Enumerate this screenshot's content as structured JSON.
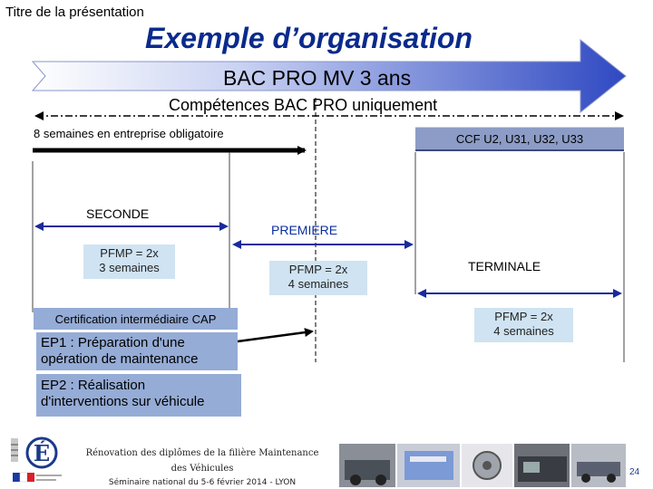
{
  "header": {
    "presentation_title": "Titre de la présentation",
    "slide_title": "Exemple d’organisation"
  },
  "diagram": {
    "main_arrow_label": "BAC PRO MV 3 ans",
    "competences_label": "Compétences BAC PRO uniquement",
    "entreprise_label": "8 semaines en entreprise obligatoire",
    "ccf_label": "CCF U2, U31, U32, U33",
    "seconde_label": "SECONDE",
    "premiere_label": "PREMIERE",
    "terminale_label": "TERMINALE",
    "pfmp_seconde": [
      "PFMP = 2x",
      "3 semaines"
    ],
    "pfmp_premiere": [
      "PFMP = 2x",
      "4 semaines"
    ],
    "pfmp_terminale": [
      "PFMP = 2x",
      "4 semaines"
    ],
    "certification_label": "Certification intermédiaire CAP",
    "ep1": [
      "EP1 : Préparation d'une",
      "opération de maintenance"
    ],
    "ep2": [
      "EP2 : Réalisation",
      "d'interventions sur véhicule"
    ]
  },
  "footer": {
    "line1": "Rénovation des diplômes de la filière Maintenance",
    "line2": "des Véhicules",
    "line3": "Séminaire national du 5-6 février 2014 - LYON",
    "page_number": "24"
  },
  "colors": {
    "title_blue": "#0a2a8c",
    "arrow_blue": "#3d55c8",
    "box_blue": "#95acd6",
    "pfmp_fill": "#cfe3f2",
    "ccf_fill": "#8c9cc6"
  }
}
